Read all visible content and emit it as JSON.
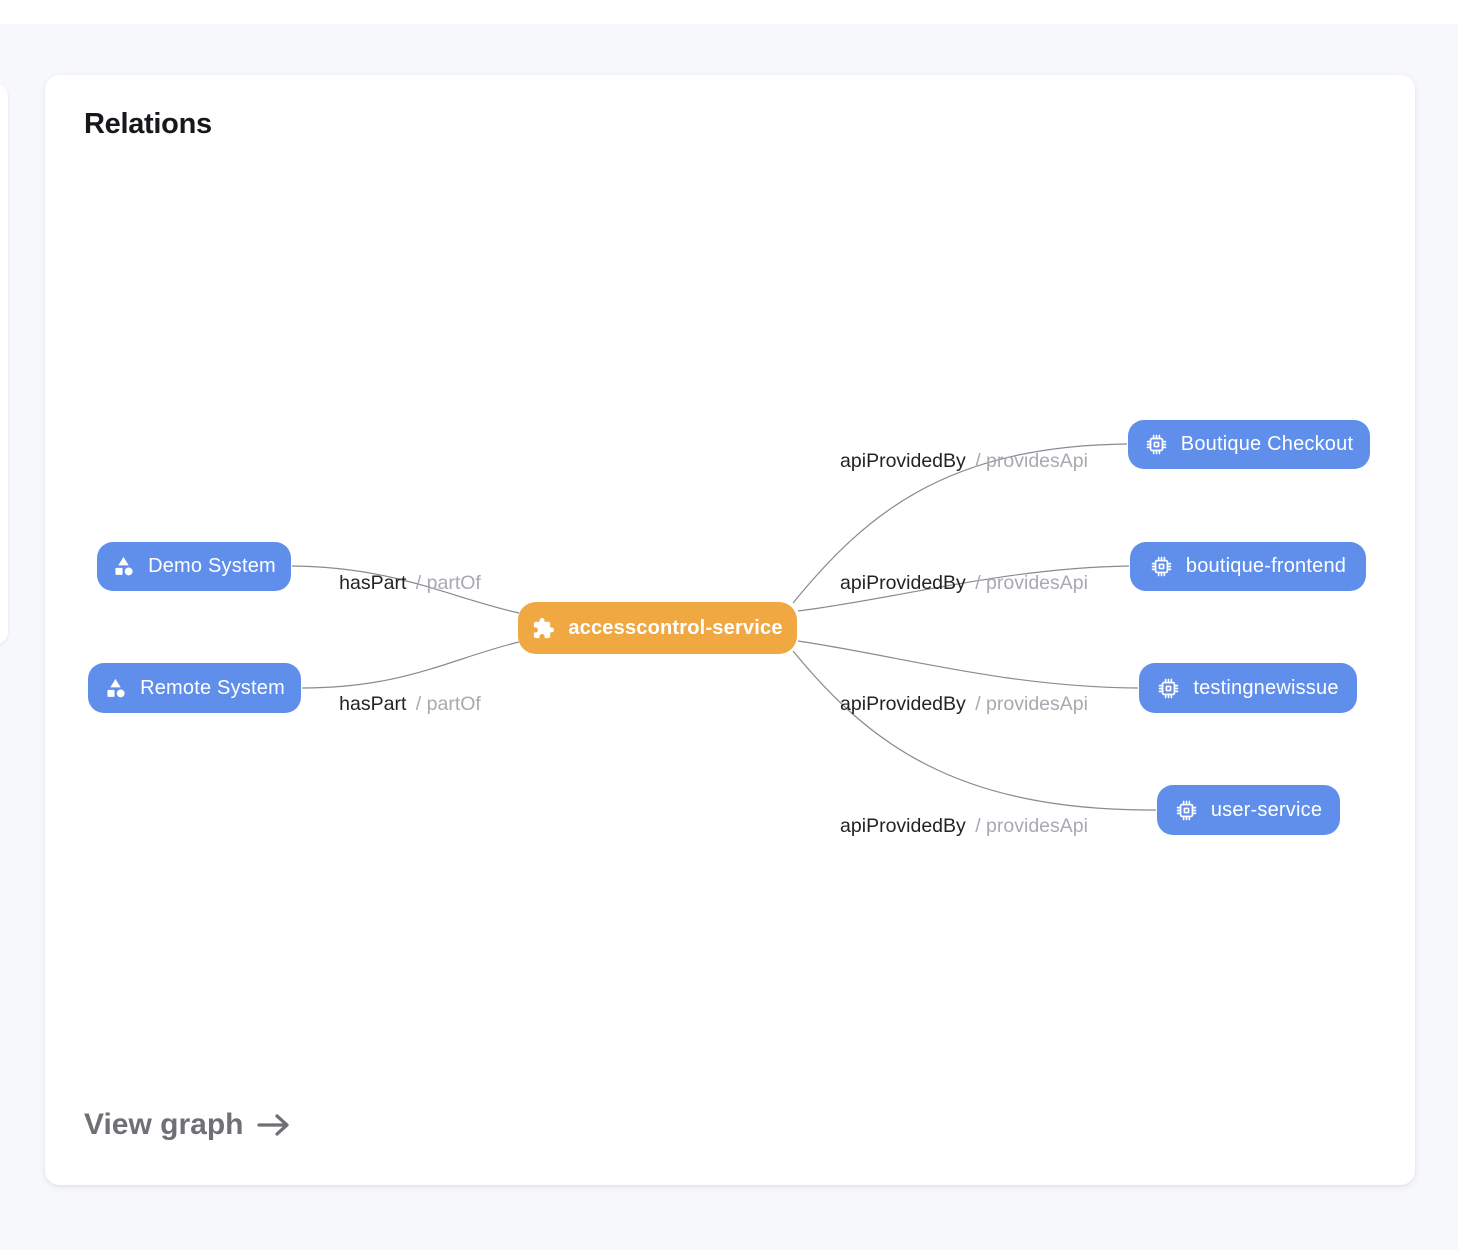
{
  "card": {
    "title": "Relations",
    "footer": {
      "view_graph_label": "View graph"
    }
  },
  "graph": {
    "nodes": {
      "center": {
        "label": "accesscontrol-service",
        "icon": "puzzle-piece-icon",
        "color": "#F0A843"
      },
      "demo_system": {
        "label": "Demo System",
        "icon": "category-shapes-icon",
        "color": "#5F8FEB"
      },
      "remote_system": {
        "label": "Remote System",
        "icon": "category-shapes-icon",
        "color": "#5F8FEB"
      },
      "boutique_checkout": {
        "label": "Boutique Checkout",
        "icon": "api-chip-icon",
        "color": "#5F8FEB"
      },
      "boutique_frontend": {
        "label": "boutique-frontend",
        "icon": "api-chip-icon",
        "color": "#5F8FEB"
      },
      "testingnewissue": {
        "label": "testingnewissue",
        "icon": "api-chip-icon",
        "color": "#5F8FEB"
      },
      "user_service": {
        "label": "user-service",
        "icon": "api-chip-icon",
        "color": "#5F8FEB"
      }
    },
    "edge_labels": [
      {
        "edge": "demo-system-to-center",
        "primary": "hasPart",
        "secondary": "/ partOf"
      },
      {
        "edge": "remote-system-to-center",
        "primary": "hasPart",
        "secondary": "/ partOf"
      },
      {
        "edge": "center-to-boutique-checkout",
        "primary": "apiProvidedBy",
        "secondary": "/ providesApi"
      },
      {
        "edge": "center-to-boutique-frontend",
        "primary": "apiProvidedBy",
        "secondary": "/ providesApi"
      },
      {
        "edge": "center-to-testingnewissue",
        "primary": "apiProvidedBy",
        "secondary": "/ providesApi"
      },
      {
        "edge": "center-to-user-service",
        "primary": "apiProvidedBy",
        "secondary": "/ providesApi"
      }
    ],
    "colors": {
      "node_blue": "#5F8FEB",
      "node_orange": "#F0A843",
      "edge_line": "#74747C",
      "label_primary": "#232327",
      "label_secondary": "#A9A9B2",
      "card_background": "#FFFFFF",
      "page_background": "#F7F8FB"
    }
  }
}
